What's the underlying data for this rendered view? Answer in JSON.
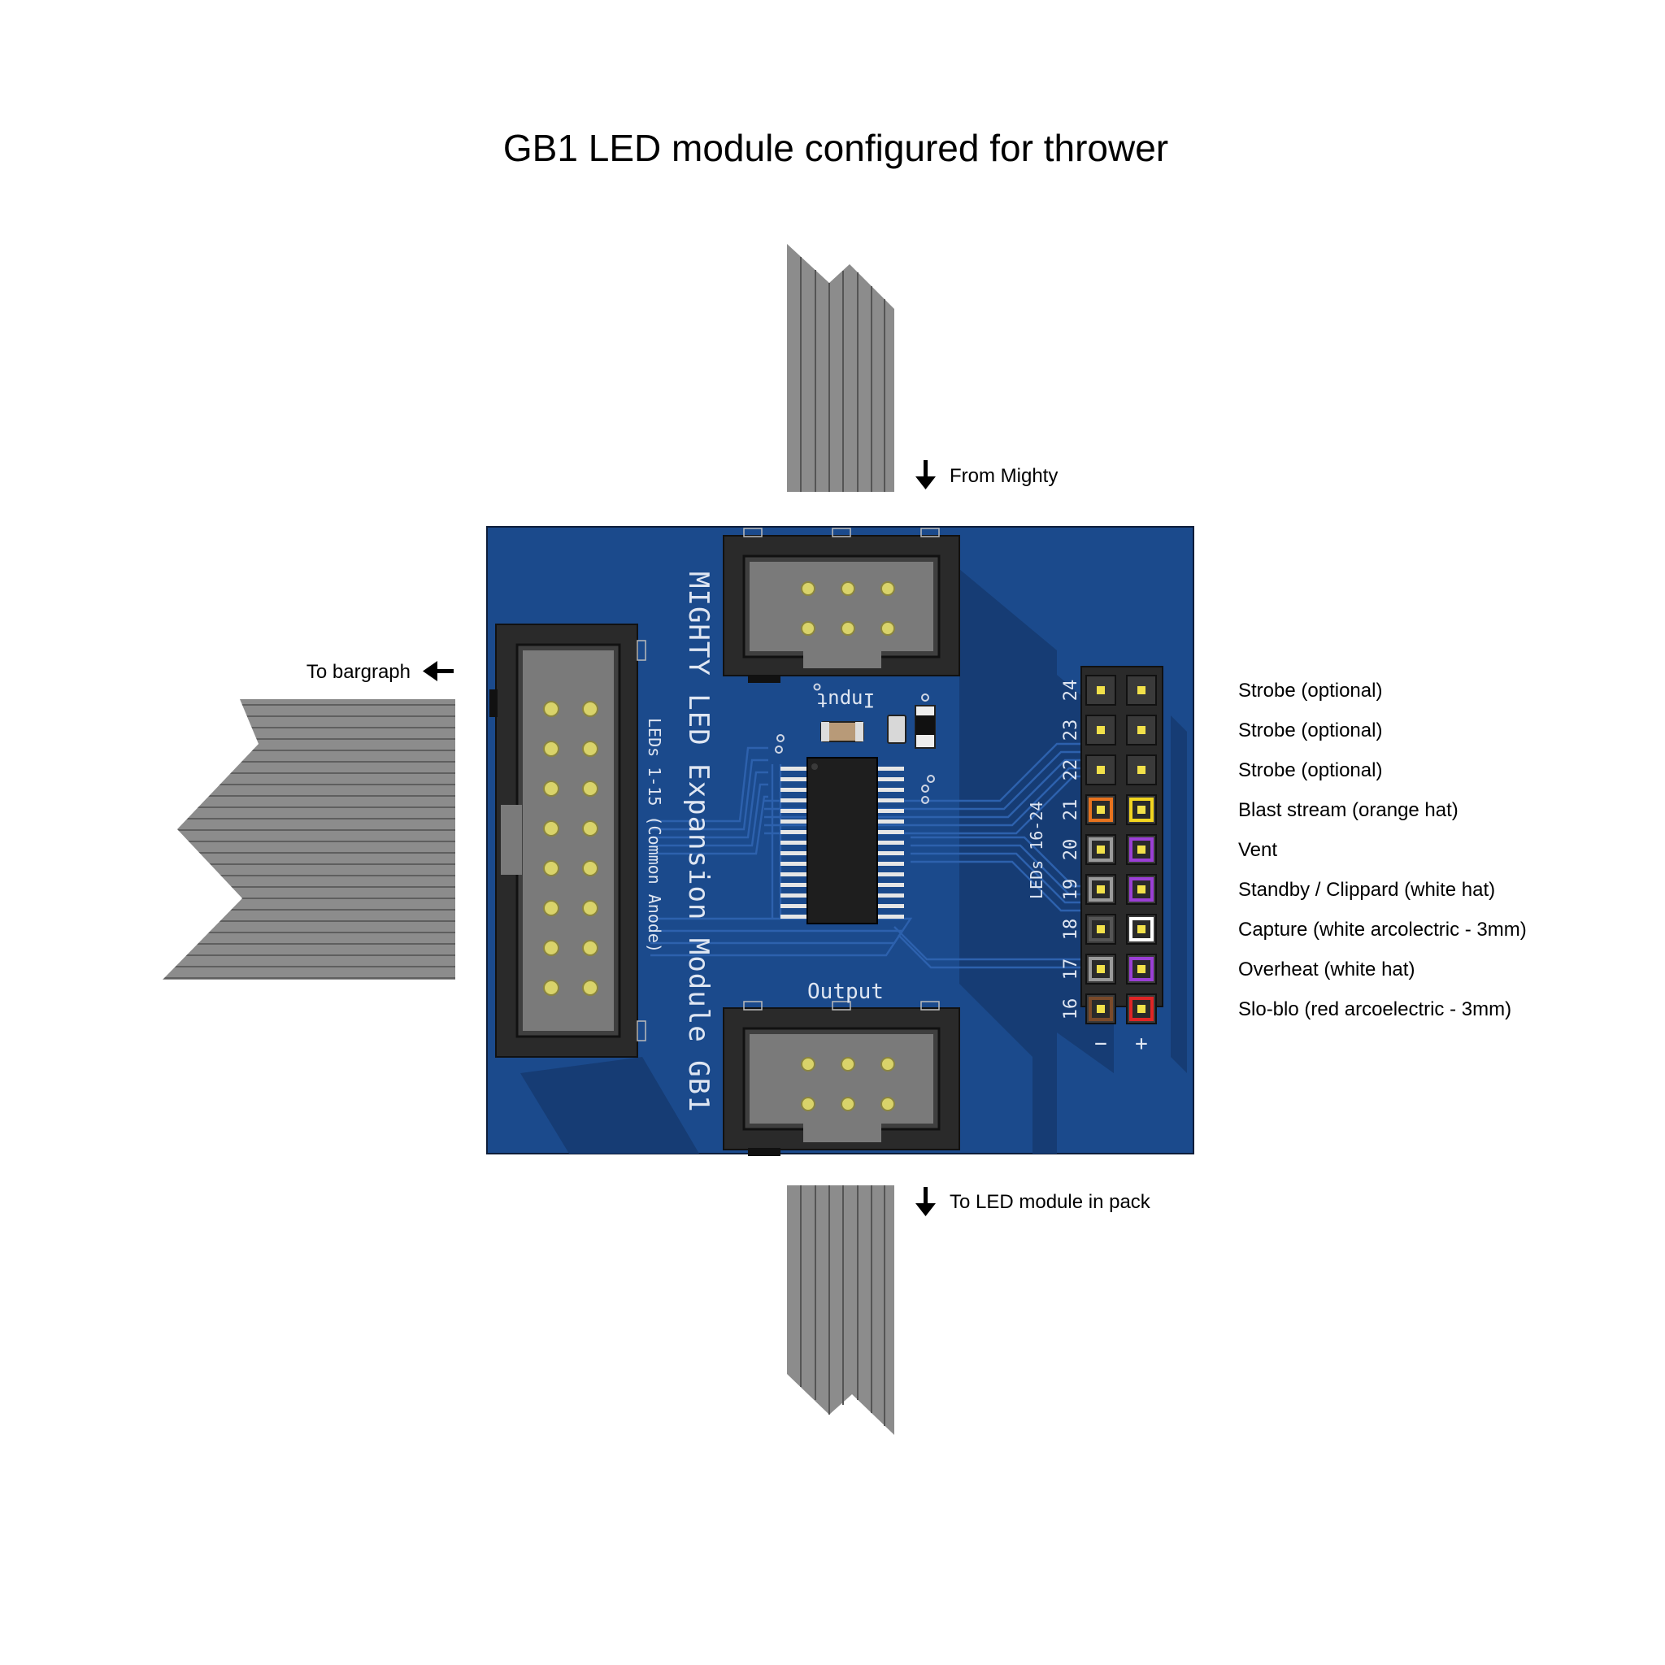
{
  "title": "GB1 LED module configured for thrower",
  "annotations": {
    "from_mighty": "From Mighty",
    "to_bargraph": "To bargraph",
    "to_led_module": "To LED module in pack"
  },
  "board": {
    "name": "MIGHTY LED Expansion Module GB1",
    "left_header_label": "LEDs 1-15 (Common Anode)",
    "right_header_label": "LEDs 16-24",
    "input_label": "Input",
    "output_label": "Output",
    "minus_label": "−",
    "plus_label": "+",
    "colors": {
      "pcb": "#1b4a8c",
      "pcb_shadow": "#163c74",
      "ribbon": "#8a8a8a",
      "connector": "#2a2a2a",
      "pad": "#d9d36a"
    }
  },
  "pins": [
    {
      "num": "24",
      "label": "Strobe (optional)",
      "minus_color": "",
      "plus_color": ""
    },
    {
      "num": "23",
      "label": "Strobe (optional)",
      "minus_color": "",
      "plus_color": ""
    },
    {
      "num": "22",
      "label": "Strobe (optional)",
      "minus_color": "",
      "plus_color": ""
    },
    {
      "num": "21",
      "label": "Blast stream (orange hat)",
      "minus_color": "#e8731e",
      "plus_color": "#f2d51f"
    },
    {
      "num": "20",
      "label": "Vent",
      "minus_color": "#9a9a9a",
      "plus_color": "#9b3fd6"
    },
    {
      "num": "19",
      "label": "Standby / Clippard (white hat)",
      "minus_color": "#9a9a9a",
      "plus_color": "#9b3fd6"
    },
    {
      "num": "18",
      "label": "Capture (white arcolectric - 3mm)",
      "minus_color": "#555555",
      "plus_color": "#ffffff"
    },
    {
      "num": "17",
      "label": "Overheat (white hat)",
      "minus_color": "#9a9a9a",
      "plus_color": "#9b3fd6"
    },
    {
      "num": "16",
      "label": "Slo-blo (red arcoelectric - 3mm)",
      "minus_color": "#7a4a2a",
      "plus_color": "#e02525"
    }
  ]
}
